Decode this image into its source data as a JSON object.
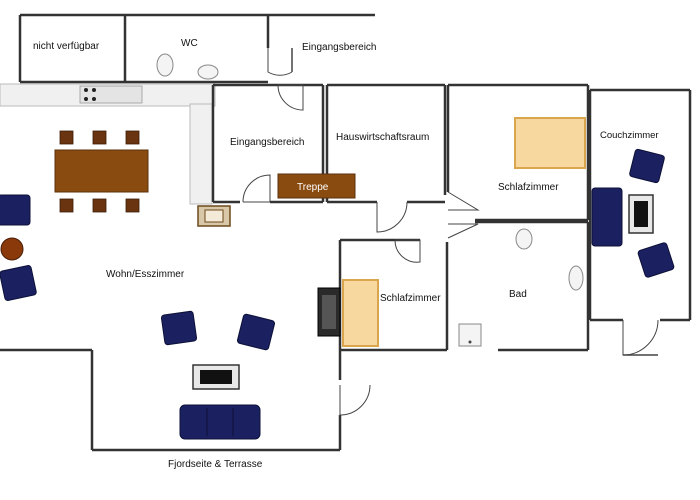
{
  "rooms": {
    "nicht_verfuegbar": "nicht verfügbar",
    "wc": "WC",
    "eingang_top": "Eingangsbereich",
    "eingang_mid": "Eingangsbereich",
    "treppe": "Treppe",
    "hauswirtschaft": "Hauswirtschaftsraum",
    "schlafzimmer_1": "Schlafzimmer",
    "couchzimmer": "Couchzimmer",
    "wohn_ess": "Wohn/Esszimmer",
    "schlafzimmer_2": "Schlafzimmer",
    "bad": "Bad",
    "fjordseite": "Fjordseite & Terrasse"
  },
  "colors": {
    "wall": "#333333",
    "furniture_navy": "#1a2060",
    "furniture_wood": "#8a4b10",
    "bed": "#f7d9a0",
    "stairs": "#8a4b10"
  }
}
